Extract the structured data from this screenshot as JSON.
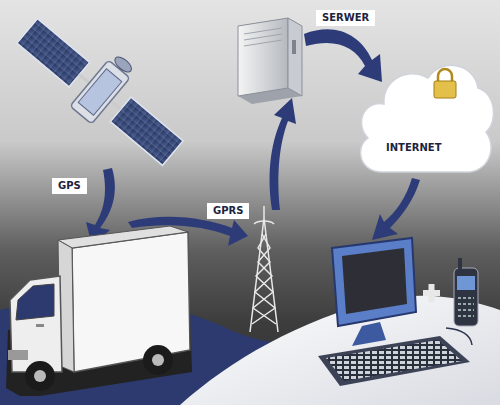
{
  "diagram": {
    "nodes": [
      {
        "text": [
          "INTERNET"
        ]
      }
    ],
    "labels": [
      "GPS",
      "GPRS",
      "SERWER"
    ]
  }
}
